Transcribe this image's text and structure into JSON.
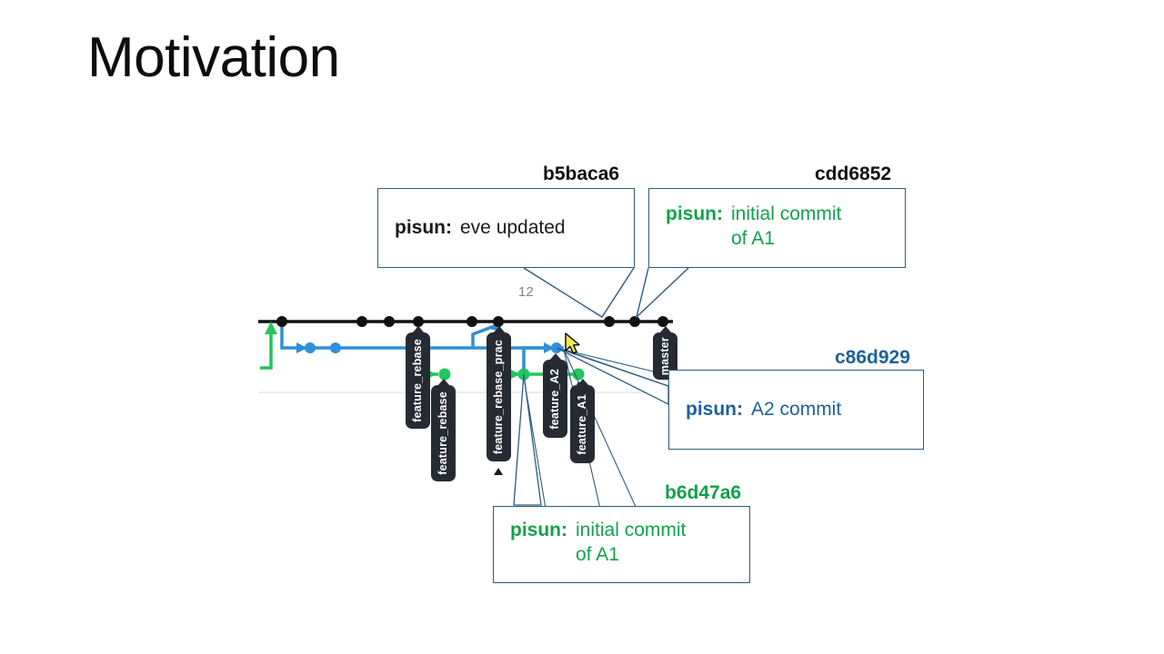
{
  "slide": {
    "title": "Motivation"
  },
  "graph": {
    "counter_label": "12",
    "colors": {
      "master_line": "#111111",
      "blue_branch": "#2f8fd8",
      "green_branch": "#22c55e",
      "callout_border": "#2e5d7d",
      "tag_background": "#262b33",
      "grey_separator": "#e8e8e8"
    },
    "branch_tags": [
      {
        "name": "feature_rebase",
        "label": "feature_rebase"
      },
      {
        "name": "feature_rebase_2",
        "label": "feature_rebase"
      },
      {
        "name": "feature_rebase_prac",
        "label": "feature_rebase_prac"
      },
      {
        "name": "feature_A2",
        "label": "feature_A2"
      },
      {
        "name": "feature_A1",
        "label": "feature_A1"
      },
      {
        "name": "master",
        "label": "master"
      }
    ]
  },
  "callouts": [
    {
      "id": "b5baca6",
      "hash_label": "b5baca6",
      "author": "pisun",
      "separator": ":",
      "message": "eve updated",
      "color": "#1a1a1a"
    },
    {
      "id": "cdd6852",
      "hash_label": "cdd6852",
      "author": "pisun",
      "separator": ":",
      "message": "initial commit\nof A1",
      "color": "#13a24b"
    },
    {
      "id": "c86d929",
      "hash_label": "c86d929",
      "author": "pisun",
      "separator": ":",
      "message": "A2 commit",
      "color": "#1f6199"
    },
    {
      "id": "b6d47a6",
      "hash_label": "b6d47a6",
      "author": "pisun",
      "separator": ":",
      "message": "initial commit\nof A1",
      "color": "#13a24b"
    }
  ],
  "cursor": {
    "name": "mouse-pointer"
  }
}
